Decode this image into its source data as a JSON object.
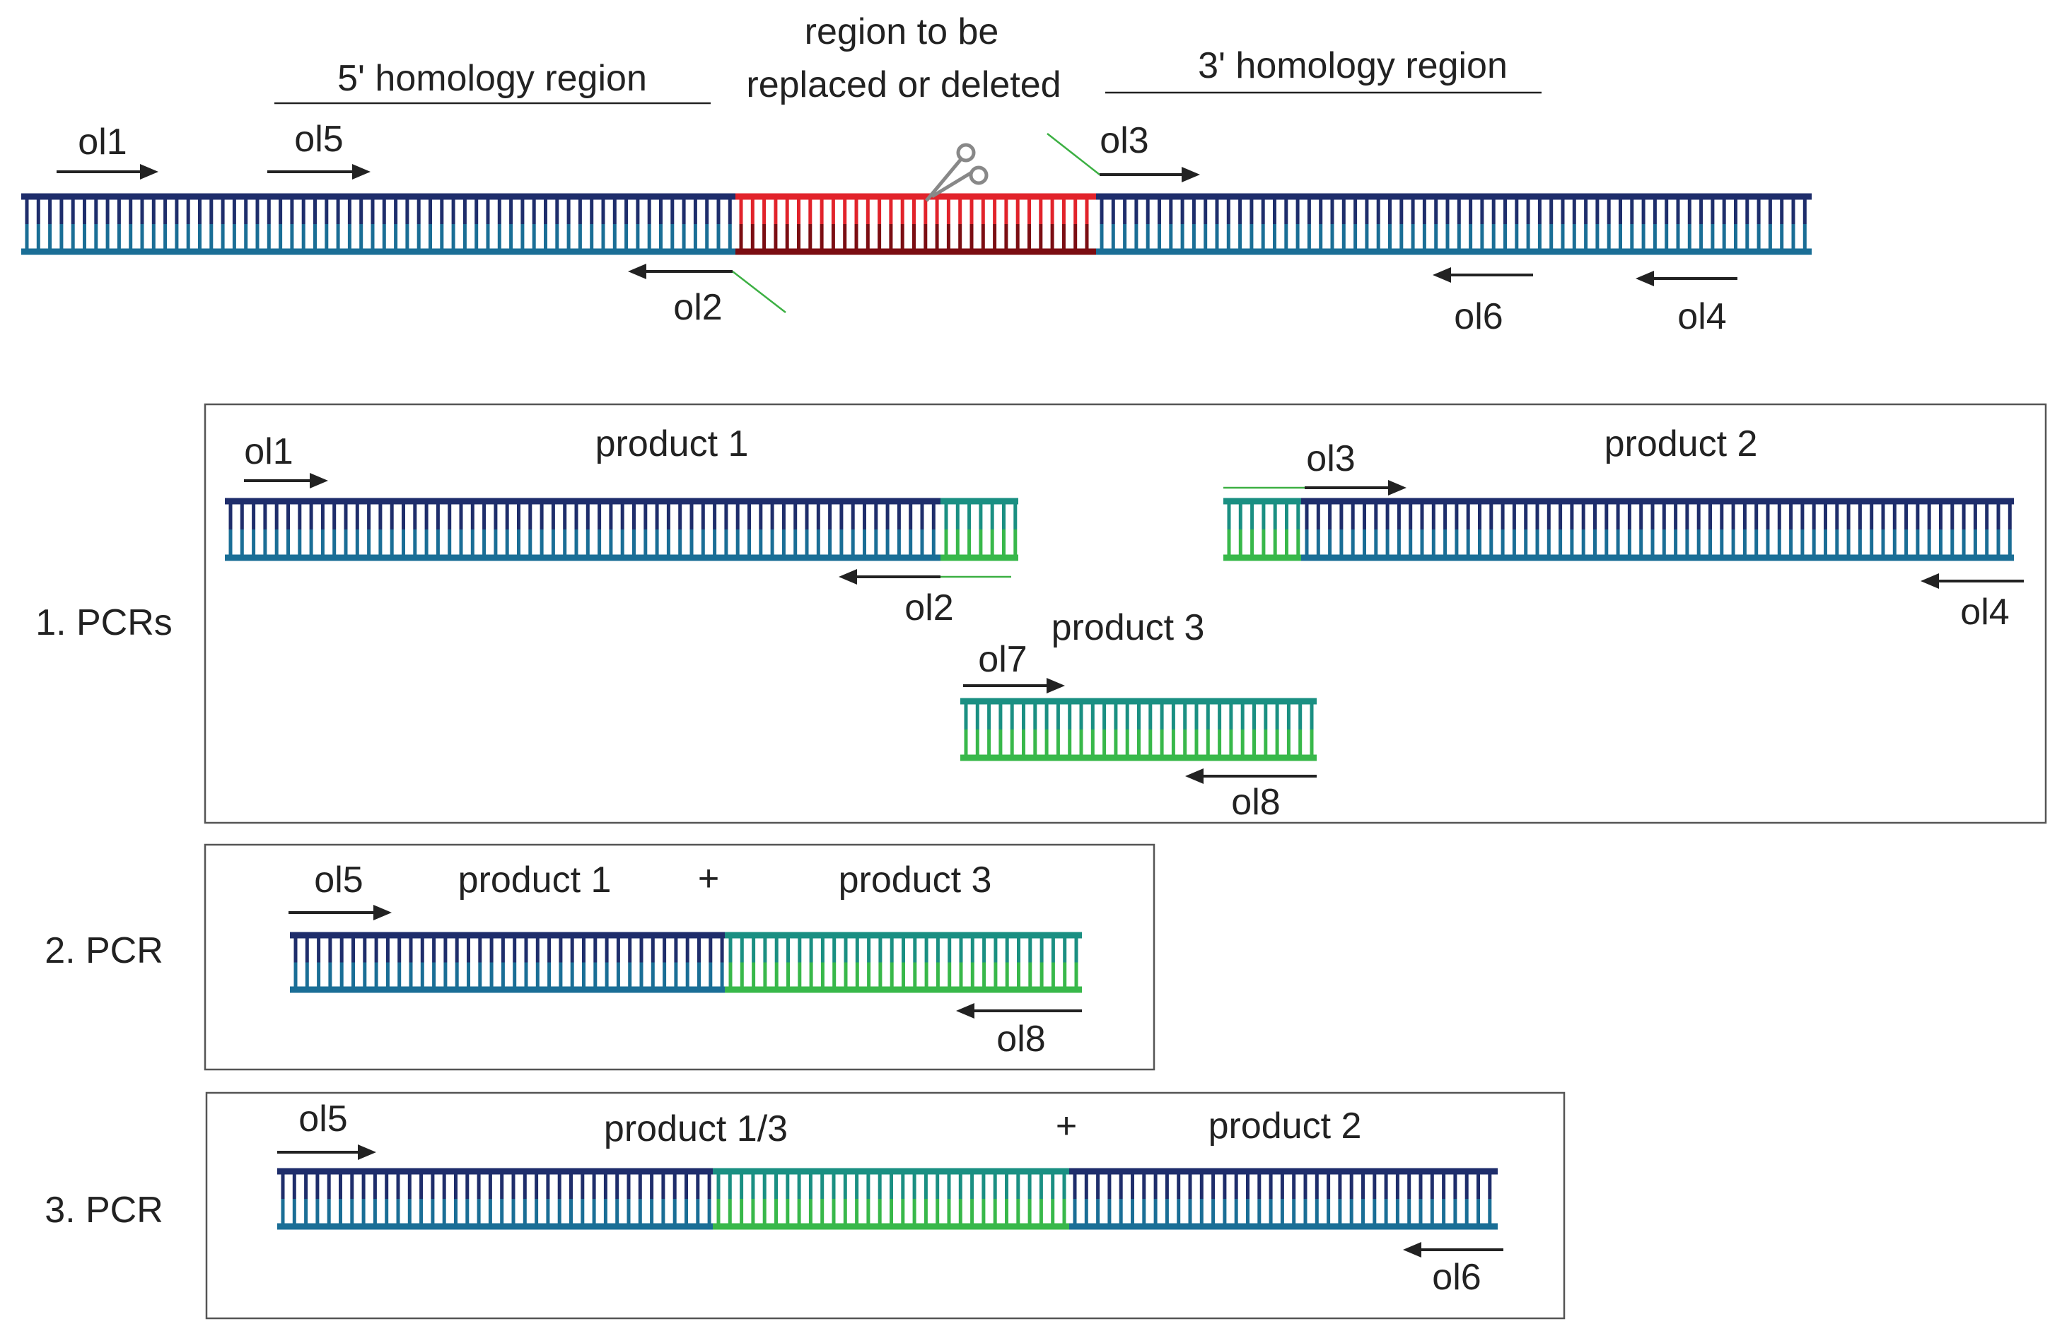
{
  "colors": {
    "navy": "#1e2d6b",
    "teal": "#1a6e96",
    "red_top": "#e2232b",
    "red_bottom": "#7b0d12",
    "green_top": "#1a8f82",
    "green_bottom": "#38b84a",
    "flap": "#3cb043",
    "text": "#222222"
  },
  "header": {
    "homology5": "5' homology region",
    "region_line1": "region to be",
    "region_line2": "replaced or deleted",
    "homology3": "3' homology region",
    "primers": [
      "ol1",
      "ol5",
      "ol3",
      "ol2",
      "ol6",
      "ol4"
    ]
  },
  "step1": {
    "label": "1. PCRs",
    "product1": "product 1",
    "product2": "product 2",
    "product3": "product 3",
    "primers": [
      "ol1",
      "ol2",
      "ol3",
      "ol4",
      "ol7",
      "ol8"
    ]
  },
  "step2": {
    "label": "2. PCR",
    "product1": "product 1",
    "plus": "+",
    "product3": "product 3",
    "primers": [
      "ol5",
      "ol8"
    ]
  },
  "step3": {
    "label": "3. PCR",
    "product13": "product 1/3",
    "plus": "+",
    "product2": "product 2",
    "primers": [
      "ol5",
      "ol6"
    ]
  },
  "icons": [
    "scissors-icon"
  ]
}
